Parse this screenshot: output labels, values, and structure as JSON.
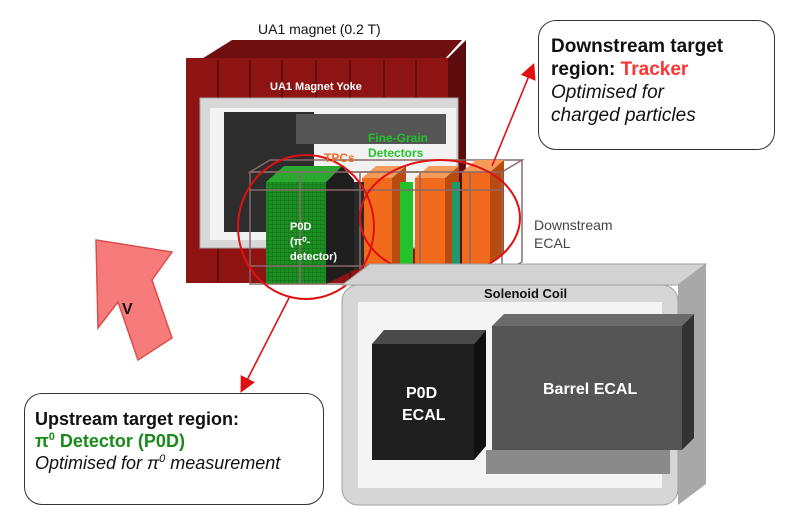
{
  "labels": {
    "magnet_title": "UA1 magnet (0.2 T)",
    "magnet_yoke": "UA1 Magnet Yoke",
    "tpcs": "TPCs",
    "fgd_line1": "Fine-Grain",
    "fgd_line2": "Detectors",
    "p0d_line1": "P0D",
    "p0d_line2": "(π⁰-",
    "p0d_line3": "detector)",
    "downstream_ecal_line1": "Downstream",
    "downstream_ecal_line2": "ECAL",
    "solenoid_coil": "Solenoid Coil",
    "p0d_ecal_line1": "P0D",
    "p0d_ecal_line2": "ECAL",
    "barrel_ecal": "Barrel ECAL",
    "beam_arrow": "V"
  },
  "callout_downstream": {
    "line1": "Downstream target",
    "line2_prefix": "region: ",
    "line2_highlight": "Tracker",
    "line3": "Optimised for",
    "line4": "charged particles"
  },
  "callout_upstream": {
    "line1": "Upstream target region:",
    "line2_pi": "π",
    "line2_sup": "0",
    "line2_rest": " Detector (P0D)",
    "line3_prefix": "Optimised for π",
    "line3_sup": "0",
    "line3_rest": " measurement"
  },
  "colors": {
    "yoke_red": "#8e1414",
    "tracker_highlight": "#ff3333",
    "p0d_green": "#1a8a1a",
    "fgd_green": "#22c22a",
    "tpc_orange": "#f26b1d",
    "ellipse_red": "#e01010",
    "arrow_pink": "#f77b7b"
  }
}
